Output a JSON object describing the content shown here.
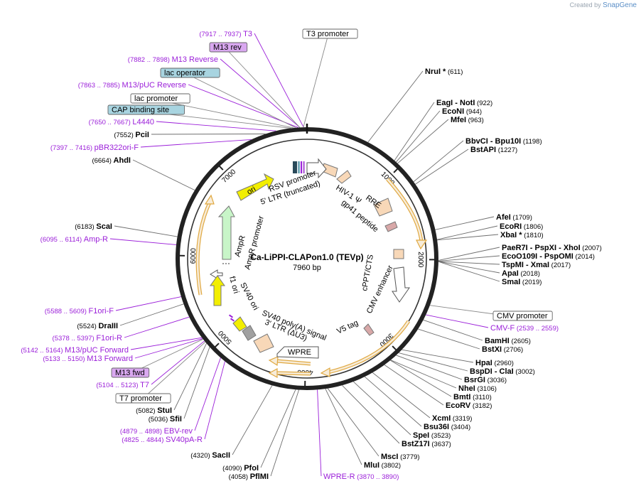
{
  "credit": {
    "prefix": "Created by",
    "brand": "SnapGene"
  },
  "center": {
    "title": "Ca-LiPPI-CLAPon1.0 (TEVp)",
    "size": "7960 bp"
  },
  "total_bp": 7960,
  "ticks": [
    {
      "pos": 1000,
      "label": "1000"
    },
    {
      "pos": 2000,
      "label": "2000"
    },
    {
      "pos": 3000,
      "label": "3000"
    },
    {
      "pos": 4000,
      "label": "4000"
    },
    {
      "pos": 5000,
      "label": "5000"
    },
    {
      "pos": 6000,
      "label": "6000"
    },
    {
      "pos": 7000,
      "label": "7000"
    }
  ],
  "enzymes": [
    {
      "name": "NruI *",
      "pos": "(611)",
      "site": 611
    },
    {
      "name": "EagI",
      "name2": "- NotI",
      "pos": "(922)",
      "site": 922
    },
    {
      "name": "EcoNI",
      "pos": "(944)",
      "site": 944
    },
    {
      "name": "MfeI",
      "pos": "(963)",
      "site": 963
    },
    {
      "name": "BbvCI",
      "name2": "- Bpu10I",
      "pos": "(1198)",
      "site": 1198
    },
    {
      "name": "BstAPI",
      "pos": "(1227)",
      "site": 1227
    },
    {
      "name": "AfeI",
      "pos": "(1709)",
      "site": 1709
    },
    {
      "name": "EcoRI",
      "pos": "(1806)",
      "site": 1806
    },
    {
      "name": "XbaI *",
      "pos": "(1810)",
      "site": 1810
    },
    {
      "name": "PaeR7I",
      "name2": "- PspXI",
      "name3": "- XhoI",
      "pos": "(2007)",
      "site": 2007
    },
    {
      "name": "EcoO109I",
      "name2": "- PspOMI",
      "pos": "(2014)",
      "site": 2014
    },
    {
      "name": "TspMI",
      "name2": "- XmaI",
      "pos": "(2017)",
      "site": 2017
    },
    {
      "name": "ApaI",
      "pos": "(2018)",
      "site": 2018
    },
    {
      "name": "SmaI",
      "pos": "(2019)",
      "site": 2019
    },
    {
      "name": "BamHI",
      "pos": "(2605)",
      "site": 2605
    },
    {
      "name": "BstXI",
      "pos": "(2706)",
      "site": 2706
    },
    {
      "name": "HpaI",
      "pos": "(2960)",
      "site": 2960
    },
    {
      "name": "BspDI",
      "name2": "- ClaI",
      "pos": "(3002)",
      "site": 3002
    },
    {
      "name": "BsrGI",
      "pos": "(3036)",
      "site": 3036
    },
    {
      "name": "NheI",
      "pos": "(3106)",
      "site": 3106
    },
    {
      "name": "BmtI",
      "pos": "(3110)",
      "site": 3110
    },
    {
      "name": "EcoRV",
      "pos": "(3182)",
      "site": 3182
    },
    {
      "name": "XcmI",
      "pos": "(3319)",
      "site": 3319
    },
    {
      "name": "Bsu36I",
      "pos": "(3404)",
      "site": 3404
    },
    {
      "name": "SpeI",
      "pos": "(3523)",
      "site": 3523
    },
    {
      "name": "BstZ17I",
      "pos": "(3637)",
      "site": 3637
    },
    {
      "name": "MscI",
      "pos": "(3779)",
      "site": 3779
    },
    {
      "name": "MluI",
      "pos": "(3802)",
      "site": 3802
    },
    {
      "name": "PflMI",
      "pos": "(4058)",
      "site": 4058
    },
    {
      "name": "PfoI",
      "pos": "(4090)",
      "site": 4090
    },
    {
      "name": "SacII",
      "pos": "(4320)",
      "site": 4320
    },
    {
      "name": "SfiI",
      "pos": "(5036)",
      "site": 5036
    },
    {
      "name": "StuI",
      "pos": "(5082)",
      "site": 5082
    },
    {
      "name": "DraIII",
      "pos": "(5524)",
      "site": 5524
    },
    {
      "name": "ScaI",
      "pos": "(6183)",
      "site": 6183
    },
    {
      "name": "AhdI",
      "pos": "(6664)",
      "site": 6664
    },
    {
      "name": "PciI",
      "pos": "(7552)",
      "site": 7552
    }
  ],
  "primers": [
    {
      "name": "T3",
      "pos": "(7917 .. 7937)",
      "site": 7927
    },
    {
      "name": "M13 Reverse",
      "pos": "(7882 .. 7898)",
      "site": 7890
    },
    {
      "name": "M13/pUC Reverse",
      "pos": "(7863 .. 7885)",
      "site": 7874
    },
    {
      "name": "L4440",
      "pos": "(7650 .. 7667)",
      "site": 7658
    },
    {
      "name": "pBR322ori-F",
      "pos": "(7397 .. 7416)",
      "site": 7406
    },
    {
      "name": "Amp-R",
      "pos": "(6095 .. 6114)",
      "site": 6104
    },
    {
      "name": "F1ori-F",
      "pos": "(5588 .. 5609)",
      "site": 5598
    },
    {
      "name": "F1ori-R",
      "pos": "(5378 .. 5397)",
      "site": 5387
    },
    {
      "name": "M13/pUC Forward",
      "pos": "(5142 .. 5164)",
      "site": 5153
    },
    {
      "name": "M13 Forward",
      "pos": "(5133 .. 5150)",
      "site": 5141
    },
    {
      "name": "T7",
      "pos": "(5104 .. 5123)",
      "site": 5113
    },
    {
      "name": "EBV-rev",
      "pos": "(4879 .. 4898)",
      "site": 4888
    },
    {
      "name": "SV40pA-R",
      "pos": "(4825 .. 4844)",
      "site": 4834
    },
    {
      "name": "WPRE-R",
      "pos": "(3870 .. 3890)",
      "site": 3880
    },
    {
      "name": "CMV-F",
      "pos": "(2539 .. 2559)",
      "site": 2549
    }
  ],
  "boxed_features": [
    {
      "name": "T3 promoter",
      "site": 7925,
      "style": "white"
    },
    {
      "name": "M13 rev",
      "site": 7890,
      "style": "purple"
    },
    {
      "name": "lac operator",
      "site": 7850,
      "style": "teal"
    },
    {
      "name": "lac promoter",
      "site": 7830,
      "style": "white"
    },
    {
      "name": "CAP binding site",
      "site": 7805,
      "style": "teal"
    },
    {
      "name": "CMV promoter",
      "site": 2450,
      "style": "white"
    },
    {
      "name": "M13 fwd",
      "site": 5135,
      "style": "purple"
    },
    {
      "name": "T7 promoter",
      "site": 5100,
      "style": "white"
    }
  ],
  "inner_labels": [
    {
      "text": "RSV promoter",
      "ref": "rsv"
    },
    {
      "text": "5' LTR (truncated)",
      "ref": "ltr5"
    },
    {
      "text": "HIV-1 Ψ",
      "ref": "psi"
    },
    {
      "text": "RRE",
      "ref": "rre"
    },
    {
      "text": "gp41 peptide",
      "ref": "gp41"
    },
    {
      "text": "cPPT/CTS",
      "ref": "cppt"
    },
    {
      "text": "CMV enhancer",
      "ref": "cmvenh"
    },
    {
      "text": "V5 tag",
      "ref": "v5"
    },
    {
      "text": "WPRE",
      "ref": "wpre"
    },
    {
      "text": "3' LTR (ΔU3)",
      "ref": "ltr3"
    },
    {
      "text": "SV40 poly(A) signal",
      "ref": "svpa"
    },
    {
      "text": "SV40 ori",
      "ref": "svori"
    },
    {
      "text": "f1 ori",
      "ref": "f1"
    },
    {
      "text": "AmpR promoter",
      "ref": "amppro"
    },
    {
      "text": "AmpR",
      "ref": "ampr"
    },
    {
      "text": "ori",
      "ref": "ori"
    }
  ],
  "colors": {
    "enzyme_line": "#6e6e6e",
    "primer": "#9b1fd9",
    "orf_fill": "#f7ecd9",
    "orf_stroke": "#e0a840",
    "ori_fill": "#f2ee00",
    "ampr_fill": "#c8f5c8",
    "ltr_fill": "#f8d8b8",
    "box_purple": "#d9a8f0",
    "box_teal": "#a8d4e0"
  }
}
